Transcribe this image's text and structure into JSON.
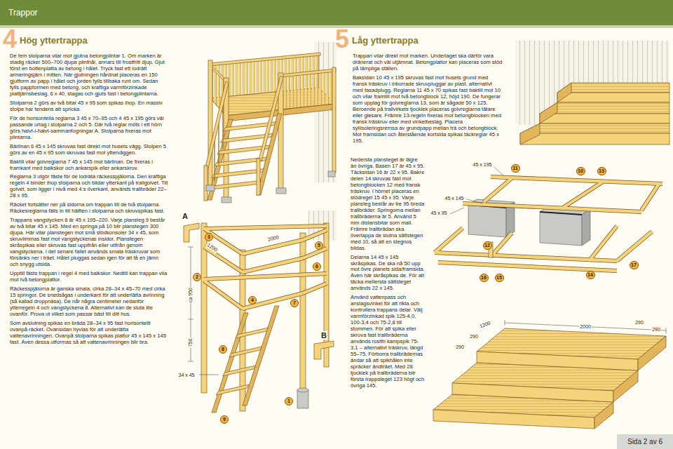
{
  "diagram": {
    "title": "Trappor",
    "nodes": [
      {
        "text": [
          "3"
        ]
      },
      {
        "text": [
          "2"
        ]
      },
      {
        "text": [
          "4"
        ]
      },
      {
        "text": [
          "5"
        ]
      },
      {
        "text": [
          "6"
        ]
      },
      {
        "text": [
          "7"
        ]
      },
      {
        "text": [
          "8"
        ]
      },
      {
        "text": [
          "9"
        ]
      },
      {
        "text": [
          "1"
        ]
      },
      {
        "text": [
          "11"
        ]
      },
      {
        "text": [
          "10"
        ]
      },
      {
        "text": [
          "13"
        ]
      },
      {
        "text": [
          "12"
        ]
      },
      {
        "text": [
          "16"
        ]
      },
      {
        "text": [
          "15"
        ]
      },
      {
        "text": [
          "14"
        ]
      },
      {
        "text": [
          "17"
        ]
      },
      {
        "text": [
          "Sida 2 av 6"
        ]
      }
    ],
    "labels": [
      "4",
      "Hög yttertrappa",
      "De fem stolparna vilar mot gjutna betongplintar 1. Om marken är stadig räcker 500–700 djupa plinthål, annars till frostfritt djup. Gjut först en bottenplatta av betong i hålet. Tryck fast ett lodrätt armeringsjärn i mitten. När gjutningen hårdnat placeras en 150 gjutform av papp i hålet och jorden fylls tillbaka runt om. Sedan fylls pappformen med betong, och kraftiga varmförzinkade plattjärnsbeslag, 6 x 40, stagas och gjuts fast i betongplintarna.",
      "Stolparna 2 görs av två bitar 45 x 95 som spikas ihop. En massiv stolpe har tendens att spricka.",
      "För de horisontella reglarna 3 45 x 70–95 och 4 45 x 195 görs väl passande urtag i stolparna 2 och 5. Där två reglar möts i ett hörn görs halvt-i-halvt-sammanfogningar A. Stolparna fixeras mot plintarna.",
      "Bärlinan 6 45 x 145 skruvas fast direkt mot husets vägg. Stolpen 5 görs av en 45 x 95 som skruvas fast mot ytterväggen.",
      "Baktill vilar golvreglarna 7 45 x 145 mot bärlinan. De fixeras i framkant med balkskor och ankarspik eller ankarskruv.",
      "Reglarna 3 utgör fäste för de lodräta räckesspjälorna. Den kraftiga regeln 4 binder ihop stolparna och bildar ytterkant på trallgolvet. Till golvet, som ligger i nivå med 4:s överkant, används trallbräder 22–28 x 95.",
      "Räcket fortsätter ner på sidorna om trappan till de två stolparna. Räckesreglarna fälls in till hälften i stolparna och skruvspikas fast.",
      "Trappans vangstycken 8 är 45 x 195–220. Varje plansteg 9 består av två bitar 45 x 145. Med en springa på 10 blir planstegen 300 djupa. Här vilar planstegen mot små stödkonsoler 34 x 45, som skruvlimmas fast mot vangstyckenas insidor. Planstegen skråspikas eller skruvas fast uppifrån eller utifrån genom vangstyckena. I det senare fallet används smala träskruvar som försänks ner i träet. Hålet pluggas sedan igen för att få en jämn och snygg utsida.",
      "Upptill fästs trappan i regel 4 med balkskor. Nedtill kan trappan vila mot två betongplattor.",
      "Räckesspjälorna är ganska smala, cirka 28–34 x 45–70 med cirka 15 springor. De snedsågas i underkant för att underlätta avrinning (så kallad droppnäsa). De når några centimeter nedanför ytterregeln 4 och vangstyckena 8. Alternativt kan de sluta lite ovanför. Prova ut vilket som passar bäst till ditt hus.",
      "Som avslutning spikas en bräda 28–34 x 95 fast horisontellt ovanpå räcket. Ovansidan hyvlas för att underlätta vattenavrinningen. Ovanpå stolparna spikas plattor 45 x 145 x 145 fast. Även dessa utformas så att vattenavrinningen blir bra.",
      "A",
      "1200",
      "2000",
      "ca 950",
      "750",
      "34 x 45",
      "B",
      "5",
      "Låg yttertrappa",
      "Trappan vilar direkt mot marken. Underlaget ska därför vara dränerat och väl utjämnat. Betongplattor kan placeras som stöd på lämpliga ställen.",
      "Baksidan 10 45 x 195 skruvas fast mot husets grund med fransk träskruv i inborrade skruvpluggar av plast, alternativt med fasadplugg. Reglarna 11 45 x 70 spikas fast baktill mot 10 och vilar framtill mot två betongblock 12, höjd 190. De fungerar som upplag för golvreglarna 13, som är sågade 50 x 125. Beroende på trallvirkets tjocklek placeras golvreglarna tätare eller glesare. Främre 13-regeln fixeras mot betongblocken med fransk träskruv eller med vinkelbeslag. Placera syllisoleringsremsa av grundpapp mellan trä och betongblock. Mot framsidan och återstående kortsida spikas täckreglar 45 x 195.",
      "Nedersta plansteget är lägre än övriga. Basen 17 är 45 x 95. Täcksidan 16 är 22 x 95. Bakre delen 14 skruvas fast mot betongblocken 12 med fransk träskruv. I hörnet placeras en stödregel 15 45 x 95. Varje plansteg består av tre 95 breda trallbräder. Springorna mellan trallbräderna är 5. Använd 5 mm distansbitar som mall. Främre trallbrädan ska överlappa de slutna sättstegen med 10, så att en stegnos bildas.",
      "Delarna 14 45 x 145 skråspikas. De ska nå 50 upp mot övre planets sida/framsida. Även här skråspikas de. För att täcka mellersta sättsteget används 22 x 145.",
      "Använd vattenpass och anslagsvinkel för att rikta och kontrollera trappans delar. Välj varmförzinkad spik 125-4,0, 100-3,4 och 75-2,8 till stommen. För att spika eller skruva fast trallbräderna används rostfri kampspik 75-3,1 – alternativt träskruv, längd 55–75. Förborra trallbrädernas ändar så att spikhålen inte spräcker ändträet. Med 28 tjocklek på trallbräderna blir första trappsteget 123 högt och övriga 145.",
      "45 x 195",
      "45 x 145",
      "45 x 95",
      "1200",
      "2000",
      "290",
      "290",
      "290",
      "290"
    ]
  }
}
